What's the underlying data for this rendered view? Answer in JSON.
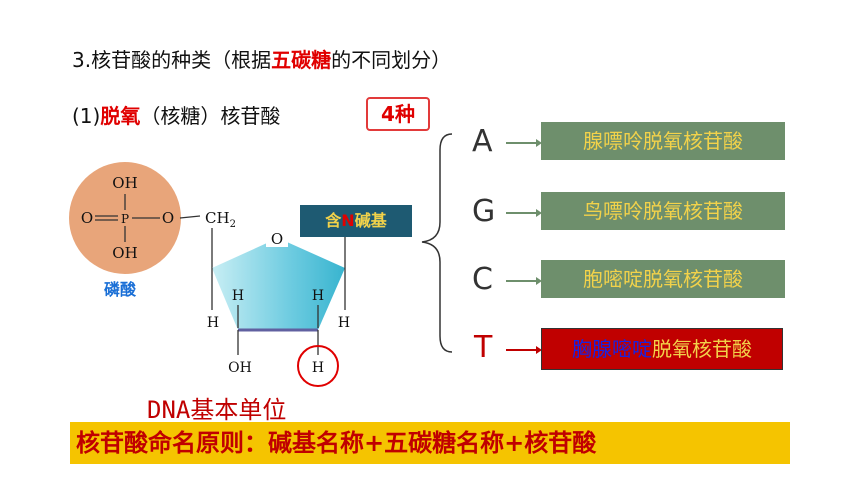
{
  "title": {
    "prefix": "3.核苷酸的种类（根据",
    "highlight": "五碳糖",
    "suffix": "的不同划分）"
  },
  "subtitle": {
    "prefix": "(1)",
    "highlight": "脱氧",
    "suffix": "（核糖）核苷酸",
    "count": "4种"
  },
  "structure": {
    "oh_top": "OH",
    "o_left": "O",
    "p": "P",
    "o_right": "O",
    "ch2": "CH",
    "ch2_sub": "2",
    "oh_bottom": "OH",
    "phosphate_label": "磷酸",
    "ring_o": "O",
    "h_left_upper": "H",
    "h_right_upper": "H",
    "h_left_outer": "H",
    "h_right_outer": "H",
    "oh_sugar": "OH",
    "h_sugar": "H",
    "base_label_pre": "含",
    "base_label_n": "N",
    "base_label_post": "碱基",
    "dna_unit": "DNA基本单位"
  },
  "bases": [
    {
      "letter": "A",
      "name": "腺嘌呤脱氧核苷酸"
    },
    {
      "letter": "G",
      "name": "鸟嘌呤脱氧核苷酸"
    },
    {
      "letter": "C",
      "name": "胞嘧啶脱氧核苷酸"
    },
    {
      "letter": "T",
      "name_blue": "胸腺嘧啶",
      "name_rest": "脱氧核苷酸"
    }
  ],
  "rule": "核苷酸命名原则：碱基名称+五碳糖名称+核苷酸",
  "colors": {
    "accent_red": "#e00000",
    "base_box": "#6e8f6c",
    "base_text": "#f2d24a",
    "t_box": "#c00000",
    "t_blue": "#1a22e0",
    "phosphate": "#e8a57a",
    "sugar": "#38b4cf",
    "rule_bg": "#f5c400"
  }
}
